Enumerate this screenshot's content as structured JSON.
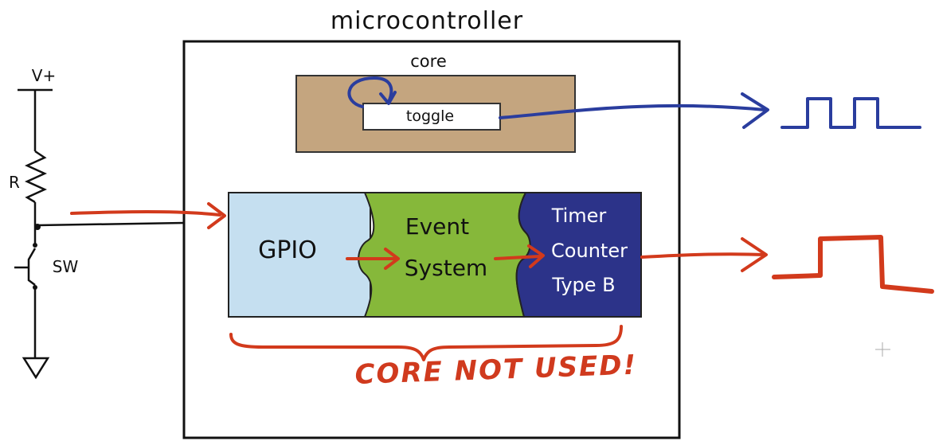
{
  "title": "microcontroller",
  "core": {
    "label": "core",
    "toggle_label": "toggle"
  },
  "peripherals": {
    "gpio": "GPIO",
    "event_system": [
      "Event",
      "System"
    ],
    "timer": [
      "Timer",
      "Counter",
      "Type B"
    ]
  },
  "circuit": {
    "supply": "V+",
    "resistor": "R",
    "switch": "SW"
  },
  "annotation": "CORE NOT USED!",
  "colors": {
    "core_fill": "#c4a57f",
    "gpio_fill": "#c5dff0",
    "event_fill": "#86b83a",
    "timer_fill": "#2c3389",
    "red_ink": "#d23a1c",
    "blue_ink": "#2a3d9e"
  }
}
